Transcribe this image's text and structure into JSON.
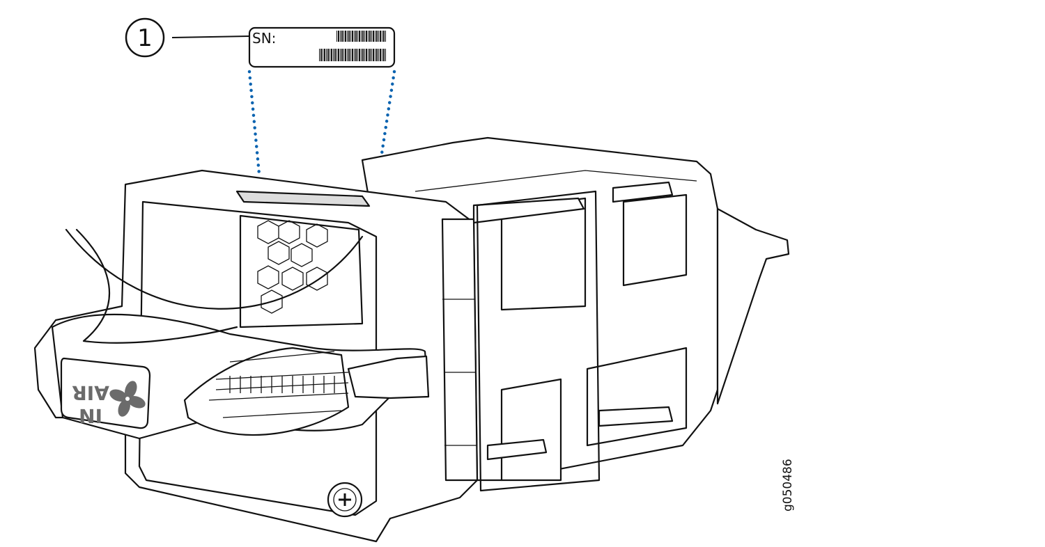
{
  "callout": {
    "number": "1"
  },
  "label": {
    "sn_text": "SN:"
  },
  "faceplate": {
    "line1": "AIR",
    "line2": "IN"
  },
  "figure_id": "g050486",
  "colors": {
    "leader_dots": "#0a63b0",
    "faceplate_text": "#6b6b6b"
  }
}
